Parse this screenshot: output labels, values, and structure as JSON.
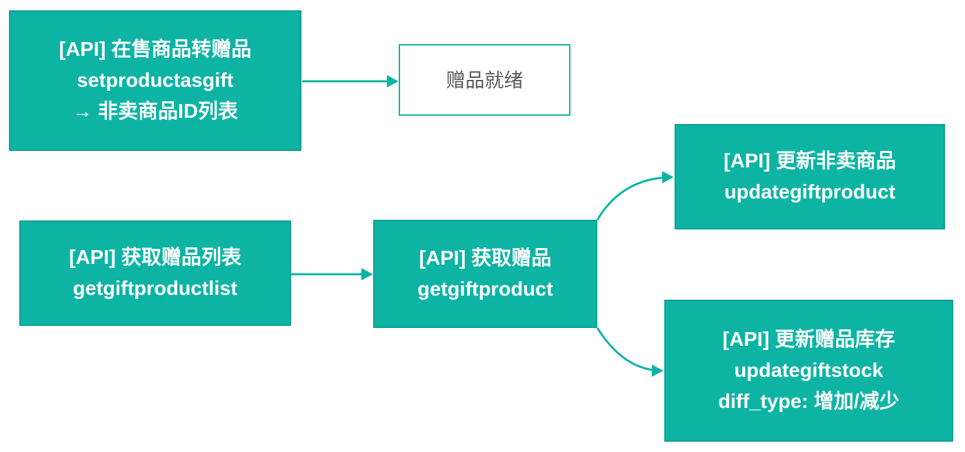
{
  "diagram": {
    "title": "gift product API flow",
    "background": "#ffffff",
    "accent_color": "#0db4a4",
    "accent_border_color": "#0ba092",
    "node_text_color": "#ffffff",
    "outlined_node_text_color": "#595959",
    "nodes": [
      {
        "id": "setproductasgift",
        "type": "process",
        "lines": [
          "[API] 在售商品转赠品",
          "setproductasgift",
          "→ 非卖商品ID列表"
        ]
      },
      {
        "id": "gift-ready",
        "type": "state",
        "lines": [
          "赠品就绪"
        ]
      },
      {
        "id": "getgiftproductlist",
        "type": "process",
        "lines": [
          "[API] 获取赠品列表",
          "getgiftproductlist"
        ]
      },
      {
        "id": "getgiftproduct",
        "type": "process",
        "lines": [
          "[API] 获取赠品",
          "getgiftproduct"
        ]
      },
      {
        "id": "updategiftproduct",
        "type": "process",
        "lines": [
          "[API] 更新非卖商品",
          "updategiftproduct"
        ]
      },
      {
        "id": "updategiftstock",
        "type": "process",
        "lines": [
          "[API] 更新赠品库存",
          "updategiftstock",
          "diff_type: 增加/减少"
        ]
      }
    ],
    "edges": [
      {
        "from": "setproductasgift",
        "to": "gift-ready"
      },
      {
        "from": "getgiftproductlist",
        "to": "getgiftproduct"
      },
      {
        "from": "getgiftproduct",
        "to": "updategiftproduct"
      },
      {
        "from": "getgiftproduct",
        "to": "updategiftstock"
      }
    ]
  }
}
